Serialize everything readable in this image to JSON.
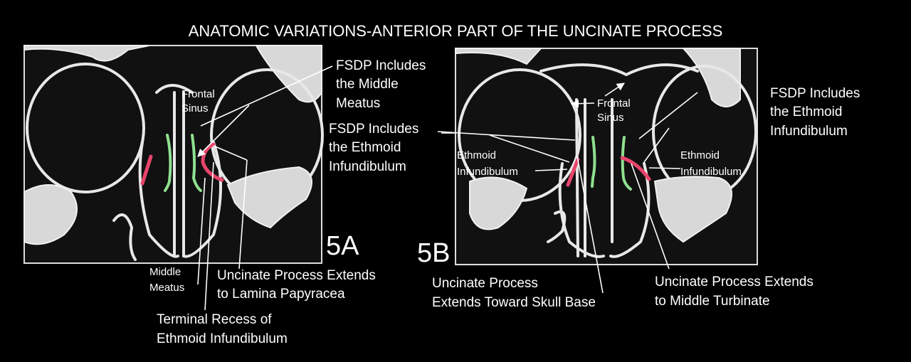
{
  "title": "ANATOMIC VARIATIONS-ANTERIOR PART OF THE UNCINATE PROCESS",
  "panel_a": {
    "id": "5A",
    "frontal_sinus": [
      "Frontal",
      "Sinus"
    ],
    "fsdp_middle_meatus": [
      "FSDP Includes",
      "the Middle",
      "Meatus"
    ],
    "fsdp_ethmoid": [
      "FSDP Includes",
      "the Ethmoid",
      "Infundibulum"
    ],
    "middle_meatus": [
      "Middle",
      "Meatus"
    ],
    "uncinate_lamina": [
      "Uncinate Process Extends",
      "to Lamina Papyracea"
    ],
    "terminal_recess": [
      "Terminal Recess of",
      "Ethmoid Infundibulum"
    ]
  },
  "panel_b": {
    "id": "5B",
    "frontal_sinus": [
      "Frontal",
      "Sinus"
    ],
    "fsdp_ethmoid": [
      "FSDP Includes",
      "the Ethmoid",
      "Infundibulum"
    ],
    "ethmoid_left": [
      "Ethmoid",
      "Infundibulum"
    ],
    "ethmoid_right": [
      "Ethmoid",
      "Infundibulum"
    ],
    "uncinate_skull_base": [
      "Uncinate Process",
      "Extends Toward Skull Base"
    ],
    "uncinate_middle_turbinate": [
      "Uncinate Process Extends",
      "to Middle Turbinate"
    ]
  },
  "colors": {
    "uncinate": "#e8456c",
    "turbinate": "#8fe08f"
  }
}
